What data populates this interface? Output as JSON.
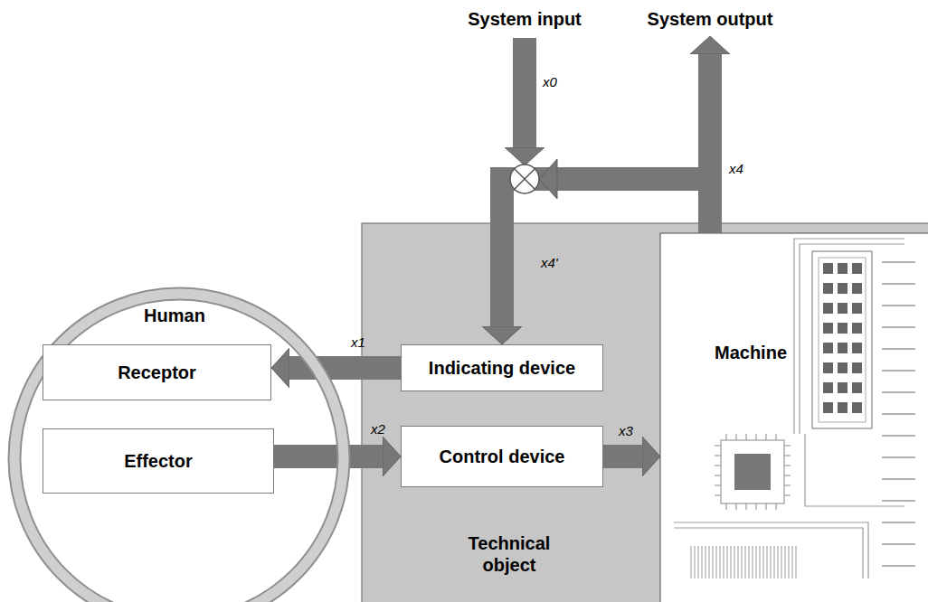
{
  "diagram": {
    "nodes": [
      {
        "text": [
          "Human"
        ]
      },
      {
        "text": [
          "Receptor"
        ],
        "in": 0
      },
      {
        "text": [
          "Effector"
        ],
        "in": 0
      },
      {
        "text": [
          "Technical object"
        ]
      },
      {
        "text": [
          "Indicating device"
        ],
        "in": 3
      },
      {
        "text": [
          "Control device"
        ],
        "in": 3
      },
      {
        "text": [
          "Machine"
        ],
        "in": 3
      }
    ],
    "edges": [
      {
        "from": 4,
        "to": 1,
        "arrow": "to"
      },
      {
        "from": 2,
        "to": 5,
        "arrow": "to"
      },
      {
        "from": 5,
        "to": 6,
        "arrow": "to"
      },
      {
        "from": 6,
        "to": 4,
        "arrow": "to"
      }
    ],
    "labels": [
      "System input",
      "System output",
      "x0",
      "x4",
      "x4'",
      "x1",
      "x2",
      "x3"
    ]
  }
}
